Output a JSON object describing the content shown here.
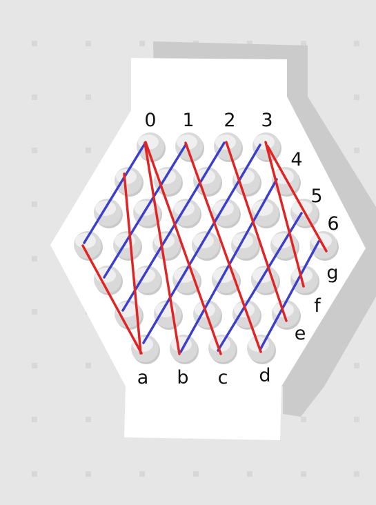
{
  "top_labels": [
    "0",
    "1",
    "2",
    "3",
    "4",
    "5",
    "6"
  ],
  "bottom_labels": [
    "a",
    "b",
    "c",
    "d",
    "e",
    "f",
    "g"
  ],
  "colors": {
    "background": "#e6e6e6",
    "board": "#ffffff",
    "shadow": "#cbcbcb",
    "peg": "#d9d9d9",
    "red_line": "#e02424",
    "blue_line": "#3b3fc9"
  },
  "peg_rows": [
    4,
    5,
    6,
    7,
    6,
    5,
    4
  ]
}
